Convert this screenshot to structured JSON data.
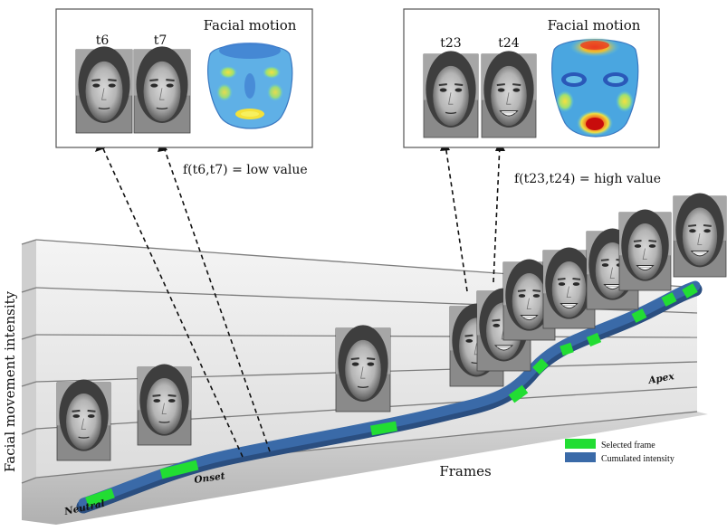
{
  "panel_left": {
    "frame_a_label": "t6",
    "frame_b_label": "t7",
    "motion_title": "Facial motion",
    "function_caption": "f(t6,t7) = low value"
  },
  "panel_right": {
    "frame_a_label": "t23",
    "frame_b_label": "t24",
    "motion_title": "Facial motion",
    "function_caption": "f(t23,t24) = high value"
  },
  "axes": {
    "y_label": "Facial movement intensity",
    "x_label": "Frames"
  },
  "curve_labels": {
    "neutral": "Neutral",
    "onset": "Onset",
    "apex": "Apex"
  },
  "legend": {
    "selected": "Selected frame",
    "cumulated": "Cumulated intensity"
  },
  "colors": {
    "selected_frame": "#22dd33",
    "cumulated_intensity": "#3a6aa8",
    "grid_line": "#7d7d7d",
    "wall": "#e6e6e6",
    "floor": "#c8c8c8"
  }
}
